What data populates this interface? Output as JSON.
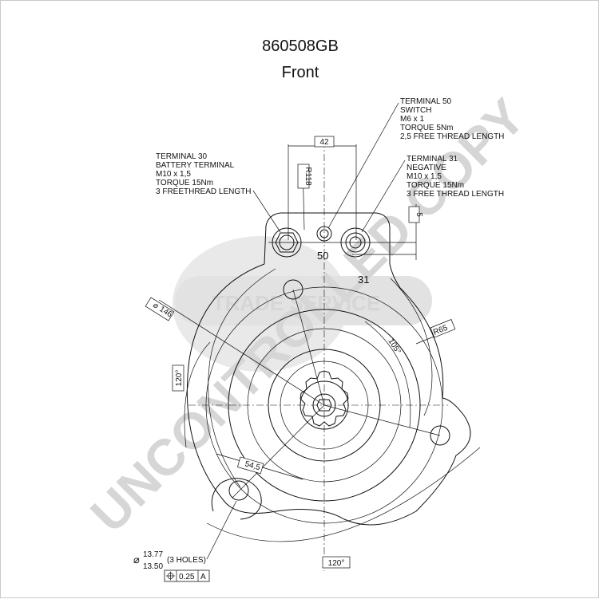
{
  "title": {
    "part_number": "860508GB",
    "view": "Front"
  },
  "watermark": {
    "stamp": "UNCONTROLLED COPY",
    "banner": "TRADE SERVICE"
  },
  "terminals": {
    "t30": [
      "TERMINAL 30",
      "BATTERY TERMINAL",
      "M10 x 1,5",
      "TORQUE 15Nm",
      "3 FREETHREAD LENGTH"
    ],
    "t50": [
      "TERMINAL 50",
      "SWITCH",
      "M6 x 1",
      "TORQUE 5Nm",
      "2,5 FREE THREAD LENGTH"
    ],
    "t31": [
      "TERMINAL 31",
      "NEGATIVE",
      "M10 x 1,5",
      "TORQUE 15Nm",
      "3 FREE THREAD LENGTH"
    ]
  },
  "marks": {
    "t50": "50",
    "t31": "31"
  },
  "dimensions": {
    "spacing": "42",
    "radius_terminal": "R118",
    "offset": "5",
    "diameter": "146",
    "angle_left": "120°",
    "angle_right": "105°",
    "radius_ear": "R65",
    "distance": "54,5",
    "angle_bottom": "120°",
    "hole_max": "13.77",
    "hole_min": "13.50",
    "holes": "(3 HOLES)",
    "tol_value": "0.25",
    "tol_datum": "A"
  }
}
